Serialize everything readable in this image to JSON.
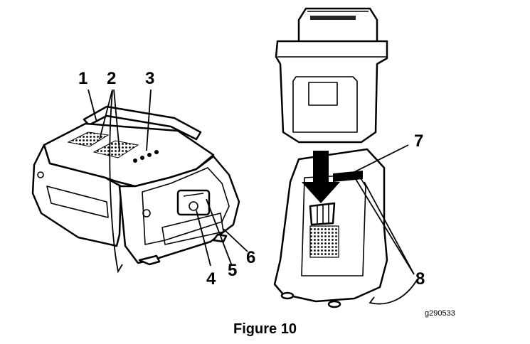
{
  "callouts": {
    "c1": "1",
    "c2": "2",
    "c3": "3",
    "c4": "4",
    "c5": "5",
    "c6": "6",
    "c7": "7",
    "c8": "8"
  },
  "graphic_code": "g290533",
  "caption": "Figure 10"
}
